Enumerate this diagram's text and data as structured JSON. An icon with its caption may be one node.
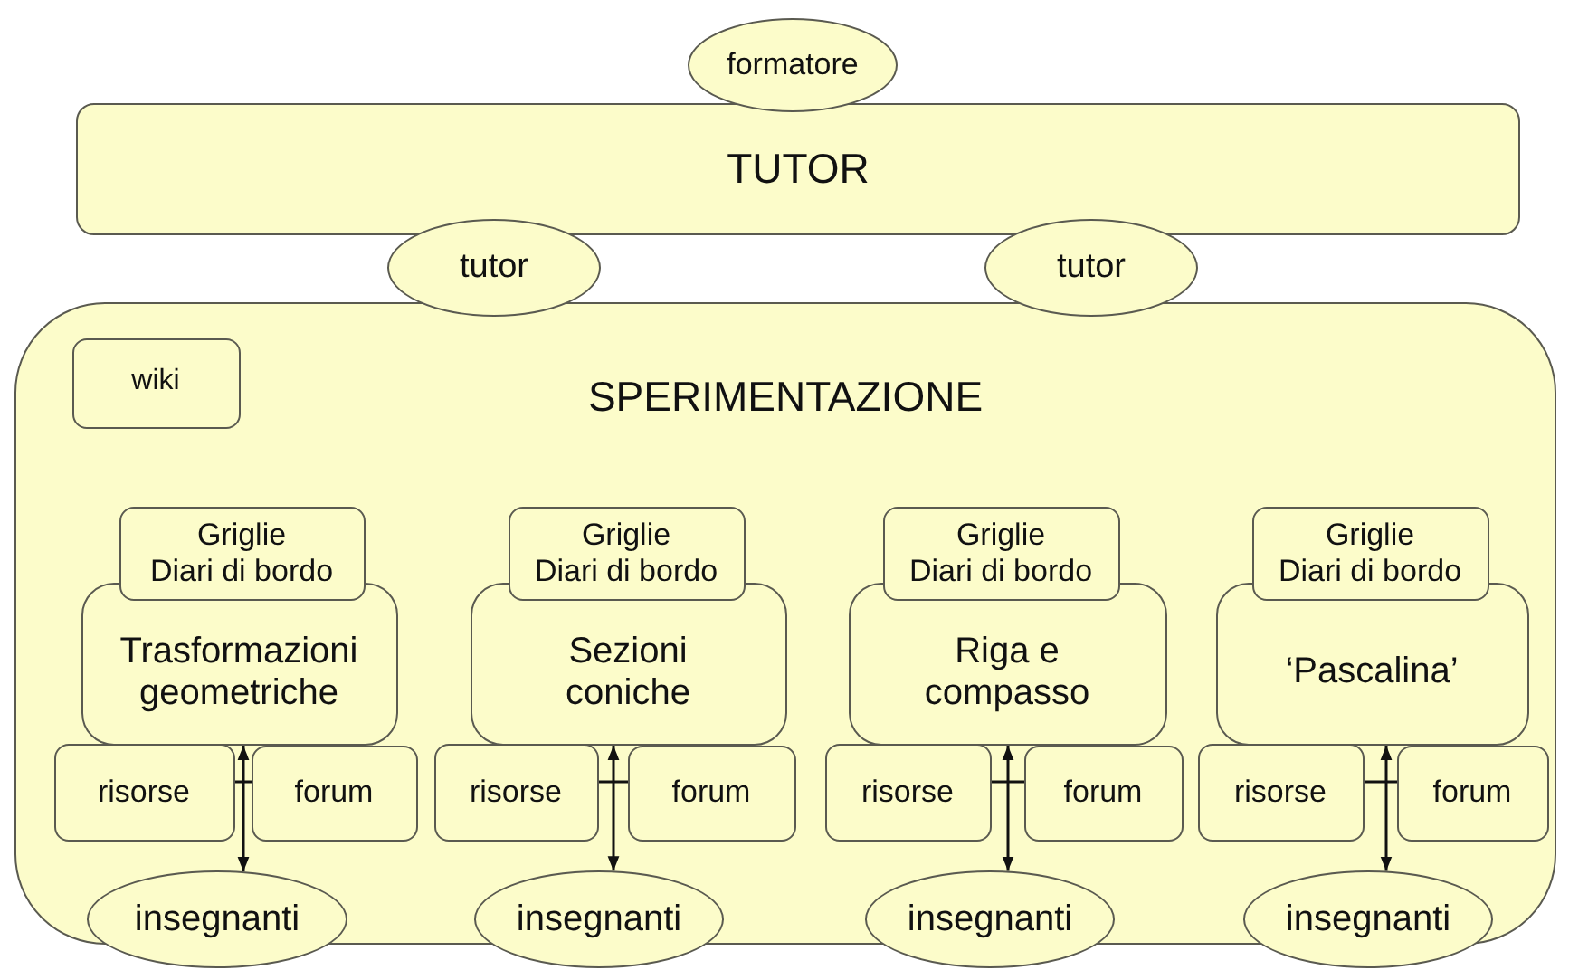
{
  "diagram": {
    "nodes": [
      {
        "text": [
          "formatore"
        ]
      },
      {
        "text": [
          "TUTOR"
        ]
      },
      {
        "text": [
          "tutor"
        ]
      },
      {
        "text": [
          "tutor"
        ]
      },
      {
        "text": [
          "SPERIMENTAZIONE"
        ]
      },
      {
        "text": [
          "wiki"
        ],
        "in": 4
      },
      {
        "text": [
          "Griglie",
          "Diari di bordo"
        ],
        "in": 4
      },
      {
        "text": [
          "Trasformazioni geometriche"
        ],
        "in": 4
      },
      {
        "text": [
          "risorse"
        ],
        "in": 4
      },
      {
        "text": [
          "forum"
        ],
        "in": 4
      },
      {
        "text": [
          "insegnanti"
        ]
      },
      {
        "text": [
          "Griglie",
          "Diari di bordo"
        ],
        "in": 4
      },
      {
        "text": [
          "Sezioni coniche"
        ],
        "in": 4
      },
      {
        "text": [
          "risorse"
        ],
        "in": 4
      },
      {
        "text": [
          "forum"
        ],
        "in": 4
      },
      {
        "text": [
          "insegnanti"
        ]
      },
      {
        "text": [
          "Griglie",
          "Diari di bordo"
        ],
        "in": 4
      },
      {
        "text": [
          "Riga e compasso"
        ],
        "in": 4
      },
      {
        "text": [
          "risorse"
        ],
        "in": 4
      },
      {
        "text": [
          "forum"
        ],
        "in": 4
      },
      {
        "text": [
          "insegnanti"
        ]
      },
      {
        "text": [
          "Griglie",
          "Diari di bordo"
        ],
        "in": 4
      },
      {
        "text": [
          "‘Pascalina’"
        ],
        "in": 4
      },
      {
        "text": [
          "risorse"
        ],
        "in": 4
      },
      {
        "text": [
          "forum"
        ],
        "in": 4
      },
      {
        "text": [
          "insegnanti"
        ]
      }
    ],
    "edges": [
      {
        "from": 8,
        "to": 9,
        "arrow": "none"
      },
      {
        "from": 7,
        "to": 10,
        "arrow": "both"
      },
      {
        "from": 13,
        "to": 14,
        "arrow": "none"
      },
      {
        "from": 12,
        "to": 15,
        "arrow": "both"
      },
      {
        "from": 18,
        "to": 19,
        "arrow": "none"
      },
      {
        "from": 17,
        "to": 20,
        "arrow": "both"
      },
      {
        "from": 23,
        "to": 24,
        "arrow": "none"
      },
      {
        "from": 22,
        "to": 25,
        "arrow": "both"
      }
    ]
  }
}
